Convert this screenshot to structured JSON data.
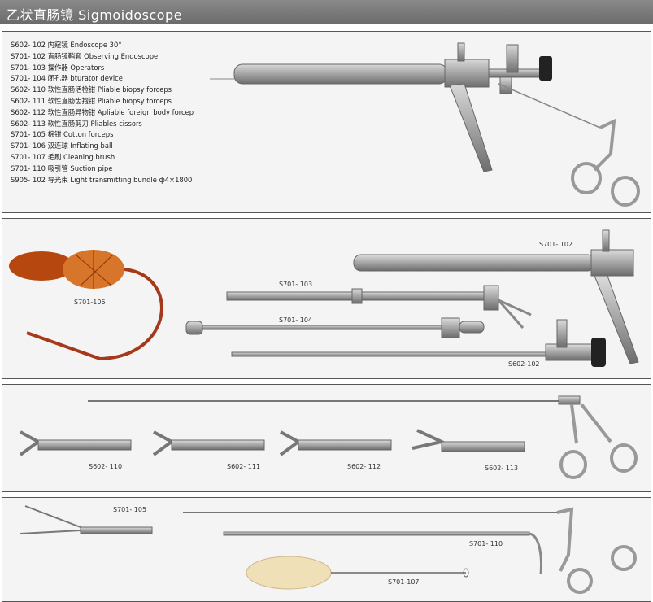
{
  "header": {
    "title": "乙状直肠镜 Sigmoidoscope"
  },
  "parts": [
    "S602- 102 内窥镜 Endoscope   30°",
    "S701- 102 直肠镜鞘套 Observing Endoscope",
    "S701- 103 操作器 Operators",
    "S701- 104 闭孔器 bturator device",
    "S602- 110 软性直肠活检钳 Pliable biopsy forceps",
    "S602- 111 软性直肠齿抱钳 Pliable biopsy forceps",
    "S602- 112 软性直肠异物钳 Apliable foreign body forcep",
    "S602- 113 软性直肠剪刀 Pliables cissors",
    "S701- 105 棉钳 Cotton forceps",
    "S701- 106 双连球 Inflating ball",
    "S701- 107 毛刷 Cleaning brush",
    "S701- 110 吸引管 Suction pipe",
    "S905- 102 导光束 Light transmitting bundle ф4×1800"
  ],
  "labels": {
    "s701_102": "S701- 102",
    "s701_103": "S701- 103",
    "s701_104": "S701- 104",
    "s701_106": "S701-106",
    "s602_102": "S602-102",
    "s602_110": "S602- 110",
    "s602_111": "S602- 111",
    "s602_112": "S602- 112",
    "s602_113": "S602- 113",
    "s701_105": "S701- 105",
    "s701_110": "S701- 110",
    "s701_107": "S701-107"
  }
}
